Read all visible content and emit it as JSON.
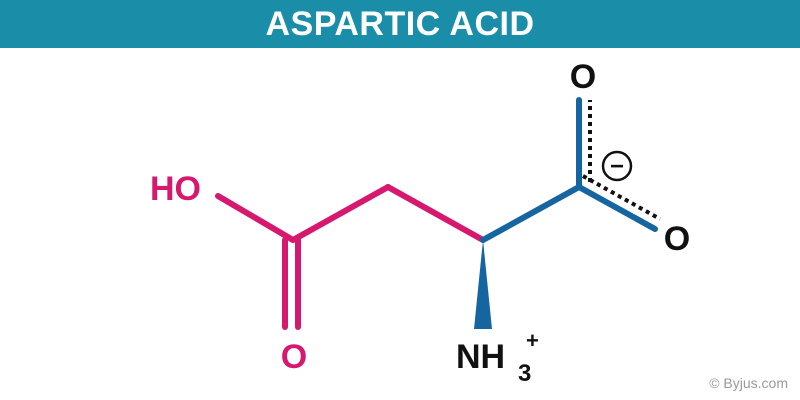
{
  "header": {
    "title": "ASPARTIC ACID",
    "background": "#1a8ea8",
    "text_color": "#ffffff"
  },
  "molecule": {
    "name": "Aspartic acid",
    "colors": {
      "side_chain": "#d6196e",
      "backbone": "#1565a1",
      "labels": "#111111"
    },
    "labels": {
      "hydroxyl": "HO",
      "carbonyl_oxygen": "O",
      "amine": "NH",
      "amine_subscript": "3",
      "amine_charge": "+",
      "carboxylate_top_oxygen": "O",
      "carboxylate_bottom_oxygen": "O",
      "negative_charge": "−"
    }
  },
  "watermark": {
    "text": "© Byjus.com",
    "color": "#9a9a9a"
  }
}
